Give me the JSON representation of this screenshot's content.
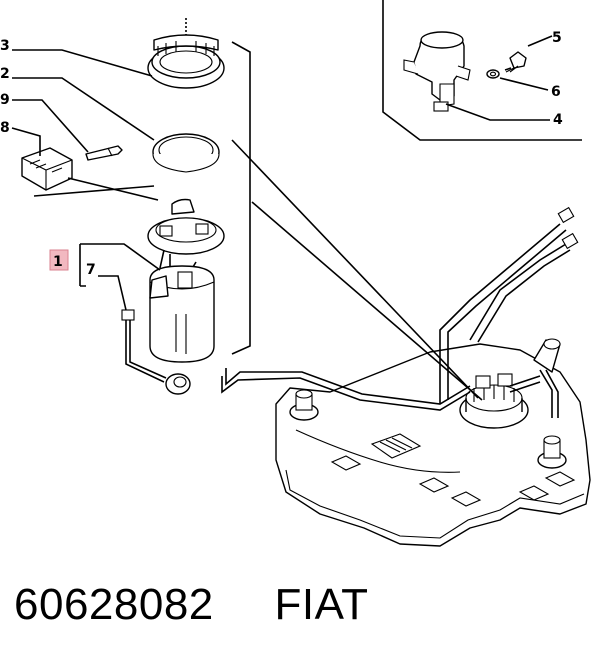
{
  "callouts": [
    {
      "id": "callout-1",
      "text": "1"
    },
    {
      "id": "callout-2",
      "text": "2"
    },
    {
      "id": "callout-3",
      "text": "3"
    },
    {
      "id": "callout-4",
      "text": "4"
    },
    {
      "id": "callout-5",
      "text": "5"
    },
    {
      "id": "callout-6",
      "text": "6"
    },
    {
      "id": "callout-7",
      "text": "7"
    },
    {
      "id": "callout-8",
      "text": "8"
    },
    {
      "id": "callout-9",
      "text": "9"
    }
  ],
  "highlight_color": "#f2b8c0",
  "footer": {
    "part_number": "60628082",
    "brand": "FIAT"
  }
}
